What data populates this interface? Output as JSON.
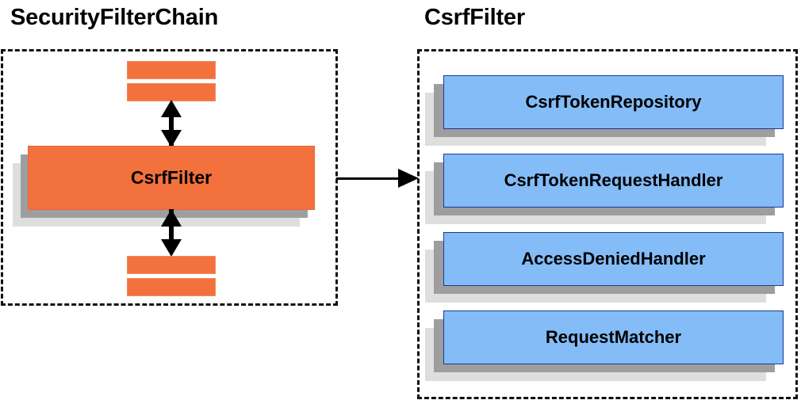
{
  "diagram": {
    "background_color": "#ffffff",
    "panels": [
      {
        "id": "security-filter-chain",
        "title": "SecurityFilterChain",
        "border_style": "dashed",
        "border_color": "#101010"
      },
      {
        "id": "csrf-filter",
        "title": "CsrfFilter",
        "border_style": "dashed",
        "border_color": "#101010"
      }
    ],
    "left_panel": {
      "title": "SecurityFilterChain",
      "highlighted_box": {
        "label": "CsrfFilter",
        "fill_color": "#f3713c",
        "border_color": "#e8643a",
        "text_color": "#000000"
      },
      "filter_bars_above": [
        {
          "label": "",
          "fill_color": "#f3713c"
        },
        {
          "label": "",
          "fill_color": "#f3713c"
        }
      ],
      "filter_bars_below": [
        {
          "label": "",
          "fill_color": "#f3713c"
        },
        {
          "label": "",
          "fill_color": "#f3713c"
        }
      ],
      "arrows": [
        {
          "id": "arrow-up",
          "direction": "vertical-double",
          "color": "#000000"
        },
        {
          "id": "arrow-down",
          "direction": "vertical-double",
          "color": "#000000"
        }
      ]
    },
    "right_panel": {
      "title": "CsrfFilter",
      "components": [
        {
          "label": "CsrfTokenRepository",
          "fill_color": "#83bcf7",
          "border_color": "#1c3a8f",
          "text_color": "#000000"
        },
        {
          "label": "CsrfTokenRequestHandler",
          "fill_color": "#83bcf7",
          "border_color": "#1c3a8f",
          "text_color": "#000000"
        },
        {
          "label": "AccessDeniedHandler",
          "fill_color": "#83bcf7",
          "border_color": "#1c3a8f",
          "text_color": "#000000"
        },
        {
          "label": "RequestMatcher",
          "fill_color": "#83bcf7",
          "border_color": "#1c3a8f",
          "text_color": "#000000"
        }
      ]
    },
    "connector": {
      "id": "left-to-right-arrow",
      "direction": "right",
      "color": "#000000",
      "from": "security-filter-chain",
      "to": "csrf-filter"
    },
    "shadow_colors": {
      "near": "#9e9e9e",
      "far": "#dededd"
    }
  }
}
